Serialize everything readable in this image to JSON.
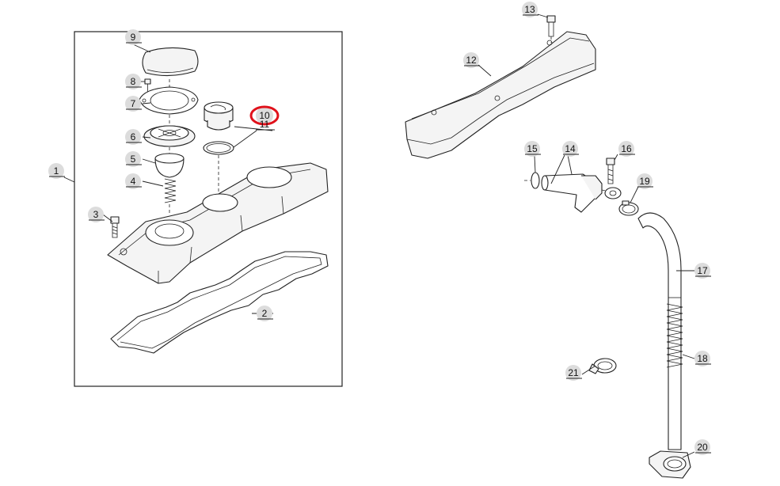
{
  "diagram": {
    "callouts": [
      {
        "id": "1",
        "label": "1"
      },
      {
        "id": "2",
        "label": "2"
      },
      {
        "id": "3",
        "label": "3"
      },
      {
        "id": "4",
        "label": "4"
      },
      {
        "id": "5",
        "label": "5"
      },
      {
        "id": "6",
        "label": "6"
      },
      {
        "id": "7",
        "label": "7"
      },
      {
        "id": "8",
        "label": "8"
      },
      {
        "id": "9",
        "label": "9"
      },
      {
        "id": "10",
        "label": "10"
      },
      {
        "id": "11",
        "label": "11"
      },
      {
        "id": "12",
        "label": "12"
      },
      {
        "id": "13",
        "label": "13"
      },
      {
        "id": "14",
        "label": "14"
      },
      {
        "id": "15",
        "label": "15"
      },
      {
        "id": "16",
        "label": "16"
      },
      {
        "id": "17",
        "label": "17"
      },
      {
        "id": "18",
        "label": "18"
      },
      {
        "id": "19",
        "label": "19"
      },
      {
        "id": "20",
        "label": "20"
      },
      {
        "id": "21",
        "label": "21"
      }
    ],
    "highlighted_callout": "10",
    "highlight_color": "#e0111b"
  }
}
